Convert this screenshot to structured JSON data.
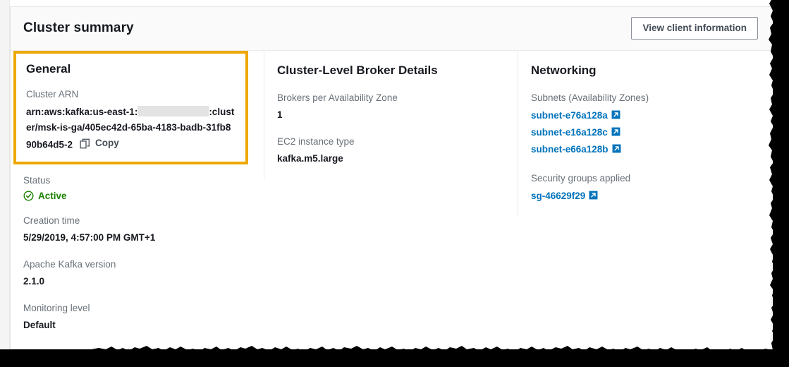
{
  "header": {
    "title": "Cluster summary",
    "action_button": "View client information"
  },
  "general": {
    "section_title": "General",
    "cluster_arn": {
      "label": "Cluster ARN",
      "prefix": "arn:aws:kafka:us-east-1:",
      "redacted": true,
      "suffix": ":cluster/msk-is-ga/405ec42d-65ba-4183-badb-31fb890b64d5-2",
      "copy_label": "Copy",
      "copy_icon": "copy-icon"
    },
    "status": {
      "label": "Status",
      "value": "Active",
      "icon": "check-circle-icon",
      "color": "#1d8102"
    },
    "creation_time": {
      "label": "Creation time",
      "value": "5/29/2019, 4:57:00 PM GMT+1"
    },
    "kafka_version": {
      "label": "Apache Kafka version",
      "value": "2.1.0"
    },
    "monitoring_level": {
      "label": "Monitoring level",
      "value": "Default"
    },
    "highlight_color": "#eda804"
  },
  "broker": {
    "section_title": "Cluster-Level Broker Details",
    "brokers_per_az": {
      "label": "Brokers per Availability Zone",
      "value": "1"
    },
    "instance_type": {
      "label": "EC2 instance type",
      "value": "kafka.m5.large"
    }
  },
  "networking": {
    "section_title": "Networking",
    "subnets": {
      "label": "Subnets (Availability Zones)",
      "items": [
        {
          "text": "subnet-e76a128a",
          "icon": "external-link-icon"
        },
        {
          "text": "subnet-e16a128c",
          "icon": "external-link-icon"
        },
        {
          "text": "subnet-e66a128b",
          "icon": "external-link-icon"
        }
      ]
    },
    "security_groups": {
      "label": "Security groups applied",
      "items": [
        {
          "text": "sg-46629f29",
          "icon": "external-link-icon"
        }
      ]
    },
    "link_color": "#0073bb"
  }
}
